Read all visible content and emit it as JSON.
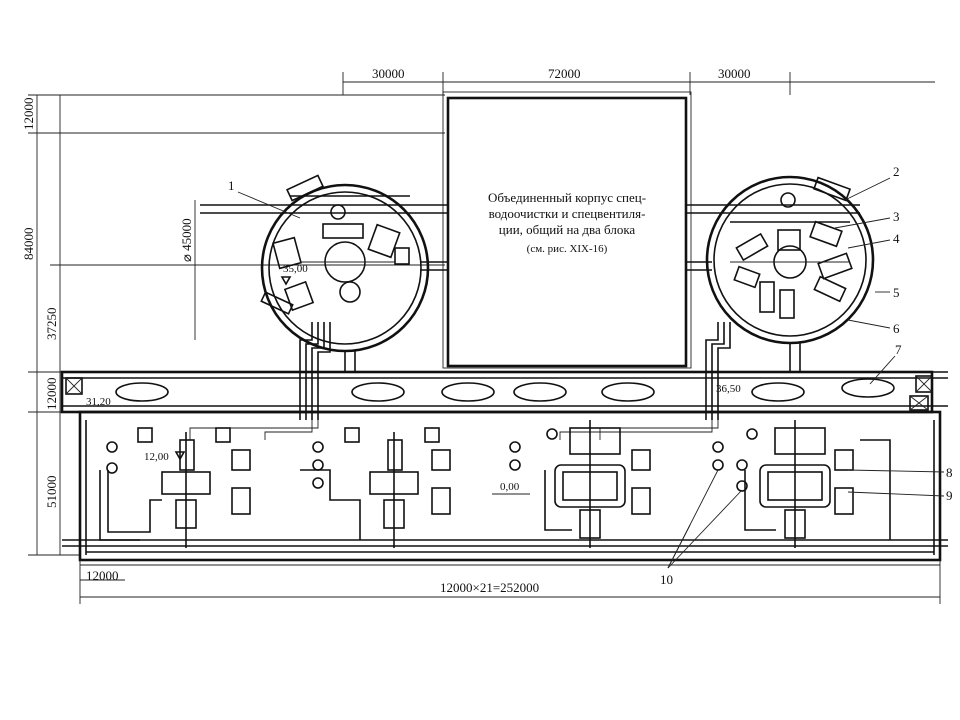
{
  "dimensions": {
    "top_left": "30000",
    "top_middle": "72000",
    "top_right": "30000",
    "left_top": "12000",
    "left_total": "84000",
    "left_reactor": "37250",
    "left_bypass": "12000",
    "left_hall": "51000",
    "bottom_left": "12000",
    "bottom_total": "12000×21=252000",
    "diameter": "⌀ 45000"
  },
  "elevations": {
    "reactor_left": "35,00",
    "reactor_right": "36,50",
    "gallery": "31,20",
    "turbine_floor": "12,00",
    "ground": "0,00"
  },
  "building_note": {
    "line1": "Объединенный корпус спец-",
    "line2": "водоочистки и спецвентиля-",
    "line3": "ции, общий на два блока",
    "line4": "(см. рис. XIX-16)"
  },
  "callouts": [
    "1",
    "2",
    "3",
    "4",
    "5",
    "6",
    "7",
    "8",
    "9",
    "10"
  ]
}
